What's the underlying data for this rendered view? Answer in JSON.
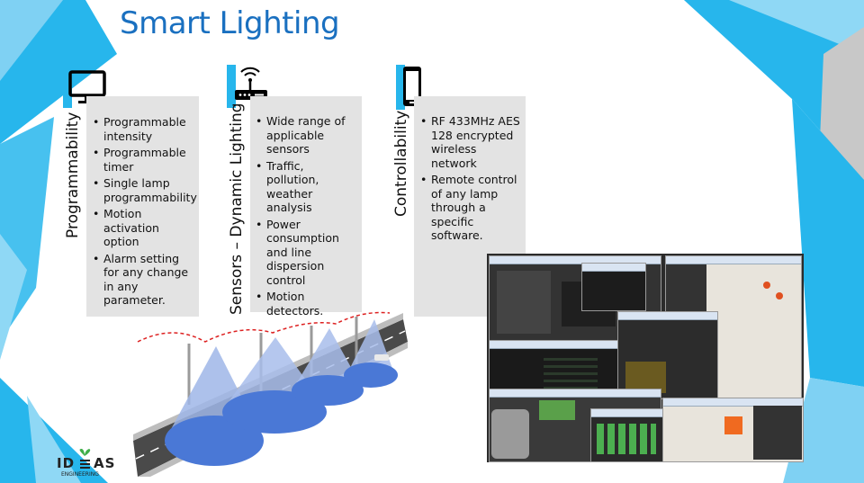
{
  "slide": {
    "title": "Smart Lighting",
    "columns": [
      {
        "label": "Programmability",
        "icon": "monitor-icon",
        "bullets": [
          "Programmable intensity",
          "Programmable timer",
          "Single lamp programmability",
          "Motion activation option",
          "Alarm setting for any change in any parameter."
        ]
      },
      {
        "label": "Sensors – Dynamic Lighting",
        "icon": "router-icon",
        "bullets": [
          "Wide range of applicable sensors",
          "Traffic, pollution, weather analysis",
          "Power consumption and line dispersion control",
          "Motion detectors."
        ]
      },
      {
        "label": "Controllability",
        "icon": "smartphone-icon",
        "bullets": [
          "RF 433MHz AES 128 encrypted wireless network",
          "Remote control of any lamp through a specific software."
        ]
      }
    ],
    "logo": {
      "word_left": "ID",
      "word_right": "AS",
      "subtitle": "ENGINEERING"
    },
    "colors": {
      "title": "#1a70c0",
      "deco": "#27b6ec",
      "light_cone": "#4a78d6",
      "box": "#e3e3e3"
    }
  }
}
